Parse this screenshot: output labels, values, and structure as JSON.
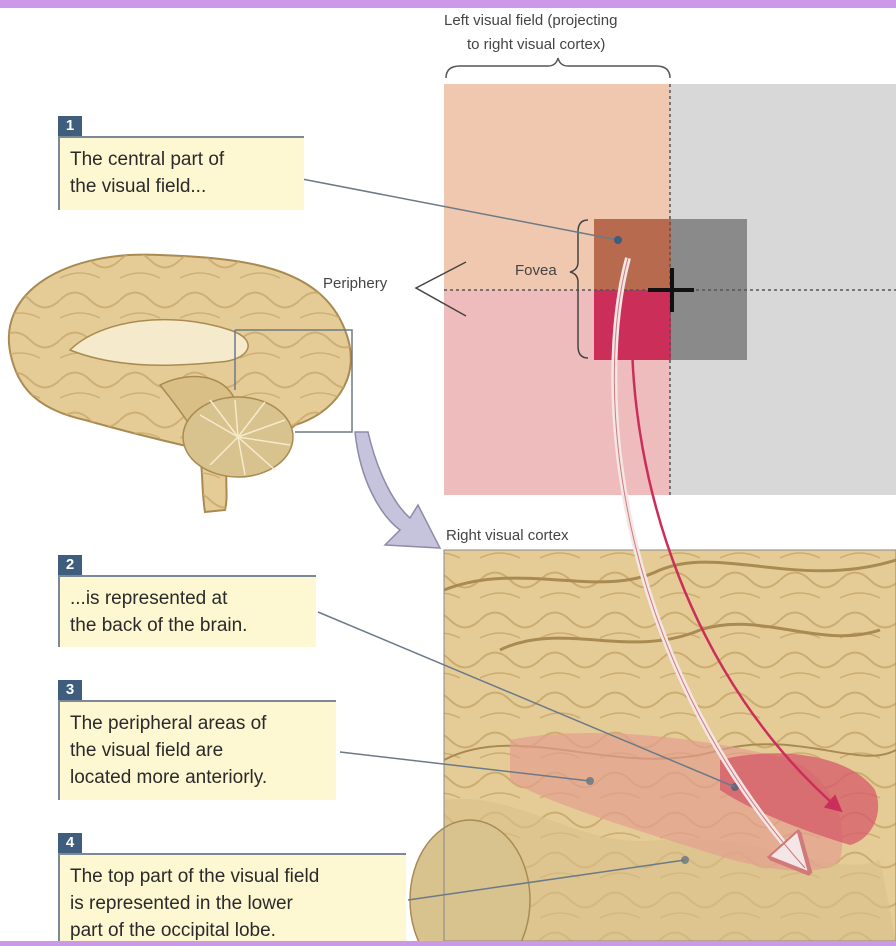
{
  "labels": {
    "left_field_line1": "Left visual field (projecting",
    "left_field_line2": "to right visual cortex)",
    "periphery": "Periphery",
    "fovea": "Fovea",
    "right_cortex": "Right visual cortex"
  },
  "callouts": [
    {
      "number": "1",
      "lines": [
        "The central part of",
        "the visual field..."
      ]
    },
    {
      "number": "2",
      "lines": [
        "...is represented at",
        "the back of the brain."
      ]
    },
    {
      "number": "3",
      "lines": [
        "The peripheral areas of",
        "the visual field are",
        "located more anteriorly."
      ]
    },
    {
      "number": "4",
      "lines": [
        "The top part of the visual field",
        "is represented in the lower",
        "part of the occipital lobe."
      ]
    }
  ],
  "colors": {
    "frame": "#cc99e8",
    "callout_bg": "#fdf7d2",
    "badge": "#3f5d7c",
    "left_field_upper": "#f0c8b0",
    "left_field_lower": "#eebcbc",
    "right_field": "#d8d8d8",
    "fovea_upper": "#b86a4e",
    "fovea_lower": "#cc2e5a",
    "fovea_right": "#8a8a8a",
    "brain": "#e5cc97",
    "cortex_region": "#e4a08f"
  }
}
